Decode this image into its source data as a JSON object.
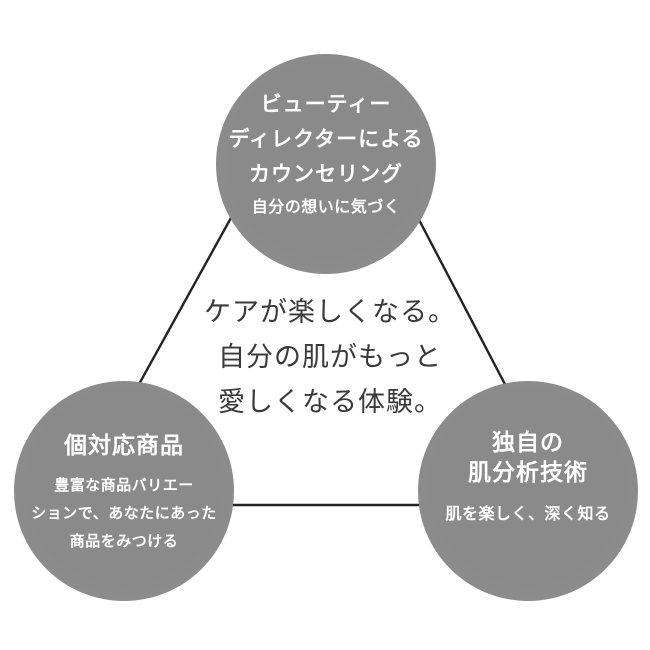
{
  "colors": {
    "page-bg": "#ffffff",
    "circle-bg": "#8a8a8a",
    "circle-text": "#ffffff",
    "center-text": "#3a3a3a",
    "line": "#232323"
  },
  "diagram": {
    "center_message": {
      "line1": "ケアが楽しくなる。",
      "line2": "自分の肌がもっと",
      "line3": "愛しくなる体験。"
    },
    "nodes": {
      "counseling": {
        "title1": "ビューティー",
        "title2": "ディレクターによる",
        "title3": "カウンセリング",
        "subtitle": "自分の想いに気づく"
      },
      "products": {
        "title": "個対応商品",
        "subtitle1": "豊富な商品バリエー",
        "subtitle2": "ションで、あなたにあった",
        "subtitle3": "商品をみつける"
      },
      "analysis": {
        "title1": "独自の",
        "title2": "肌分析技術",
        "subtitle": "肌を楽しく、深く知る"
      }
    }
  }
}
